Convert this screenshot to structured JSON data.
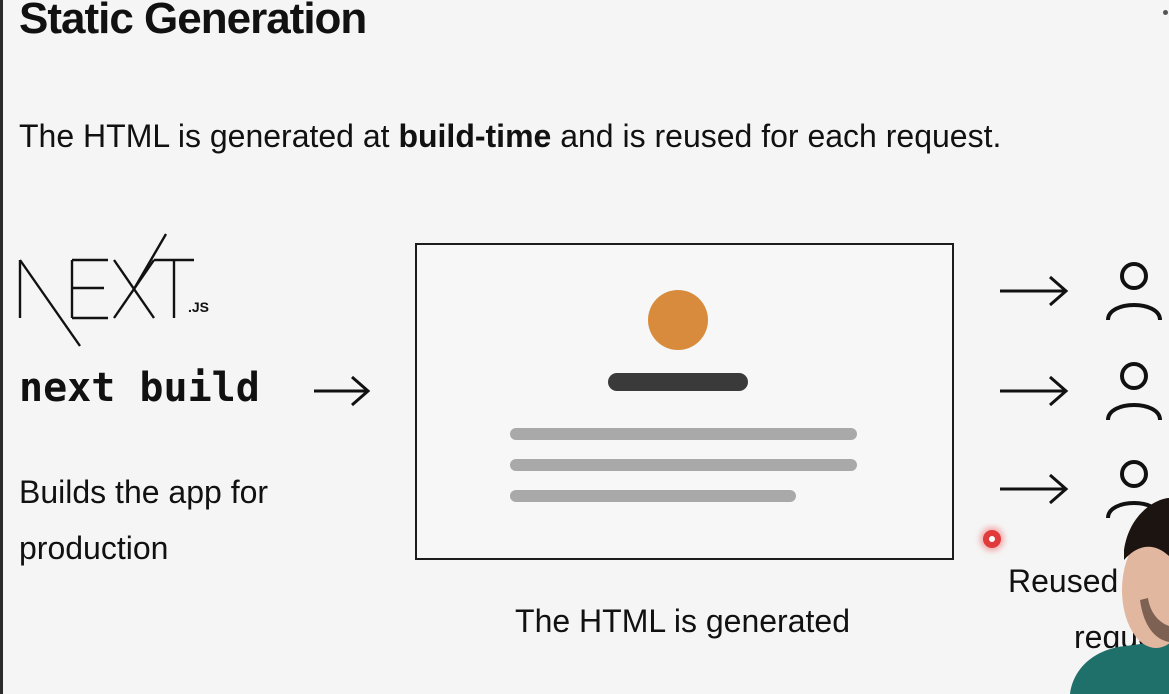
{
  "slide": {
    "title": "Static Generation",
    "subtitle_before": "The HTML is generated at ",
    "subtitle_bold": "build-time",
    "subtitle_after": " and is reused for each request.",
    "logo": {
      "text": "NEXT",
      "suffix": ".JS",
      "icon": "nextjs-logo"
    },
    "command": "next build",
    "command_caption_line1": "Builds the app for",
    "command_caption_line2": "production",
    "box_caption": "The HTML is generated",
    "reused_line1": "Reused f",
    "reused_line2": "reque",
    "colors": {
      "background": "#f5f5f5",
      "accent_dot": "#d88b3c",
      "dark_bar": "#3a3a3a",
      "grey_line": "#a9a9a9",
      "pointer": "#e03a3a"
    },
    "icons": {
      "arrow": "right-arrow-icon",
      "user": "user-icon",
      "pointer": "laser-pointer-icon"
    },
    "request_count": 3
  }
}
